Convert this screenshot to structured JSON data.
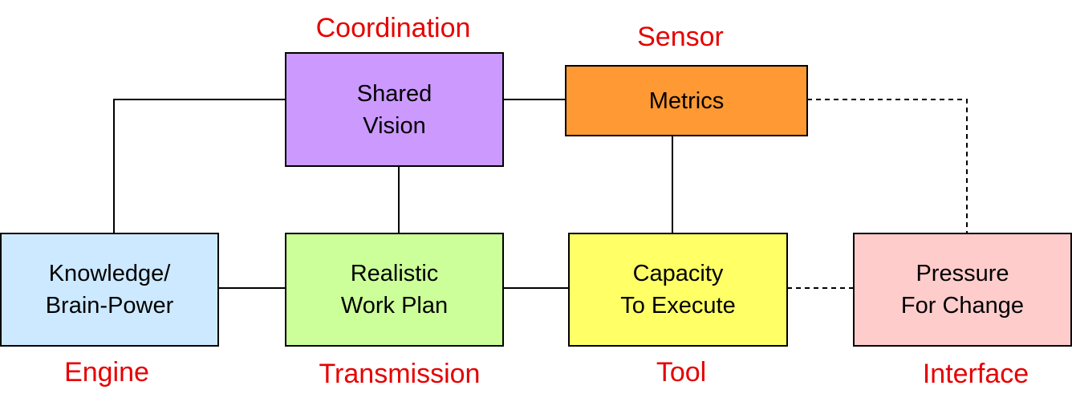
{
  "nodes": {
    "shared_vision": {
      "lines": [
        "Shared",
        "Vision"
      ],
      "role": "Coordination",
      "color": "#cc99ff"
    },
    "metrics": {
      "lines": [
        "Metrics"
      ],
      "role": "Sensor",
      "color": "#ff9933"
    },
    "knowledge": {
      "lines": [
        "Knowledge/",
        "Brain-Power"
      ],
      "role": "Engine",
      "color": "#cce9ff"
    },
    "work_plan": {
      "lines": [
        "Realistic",
        "Work Plan"
      ],
      "role": "Transmission",
      "color": "#ccff99"
    },
    "capacity": {
      "lines": [
        "Capacity",
        "To Execute"
      ],
      "role": "Tool",
      "color": "#ffff66"
    },
    "pressure": {
      "lines": [
        "Pressure",
        "For Change"
      ],
      "role": "Interface",
      "color": "#ffcccc"
    }
  }
}
